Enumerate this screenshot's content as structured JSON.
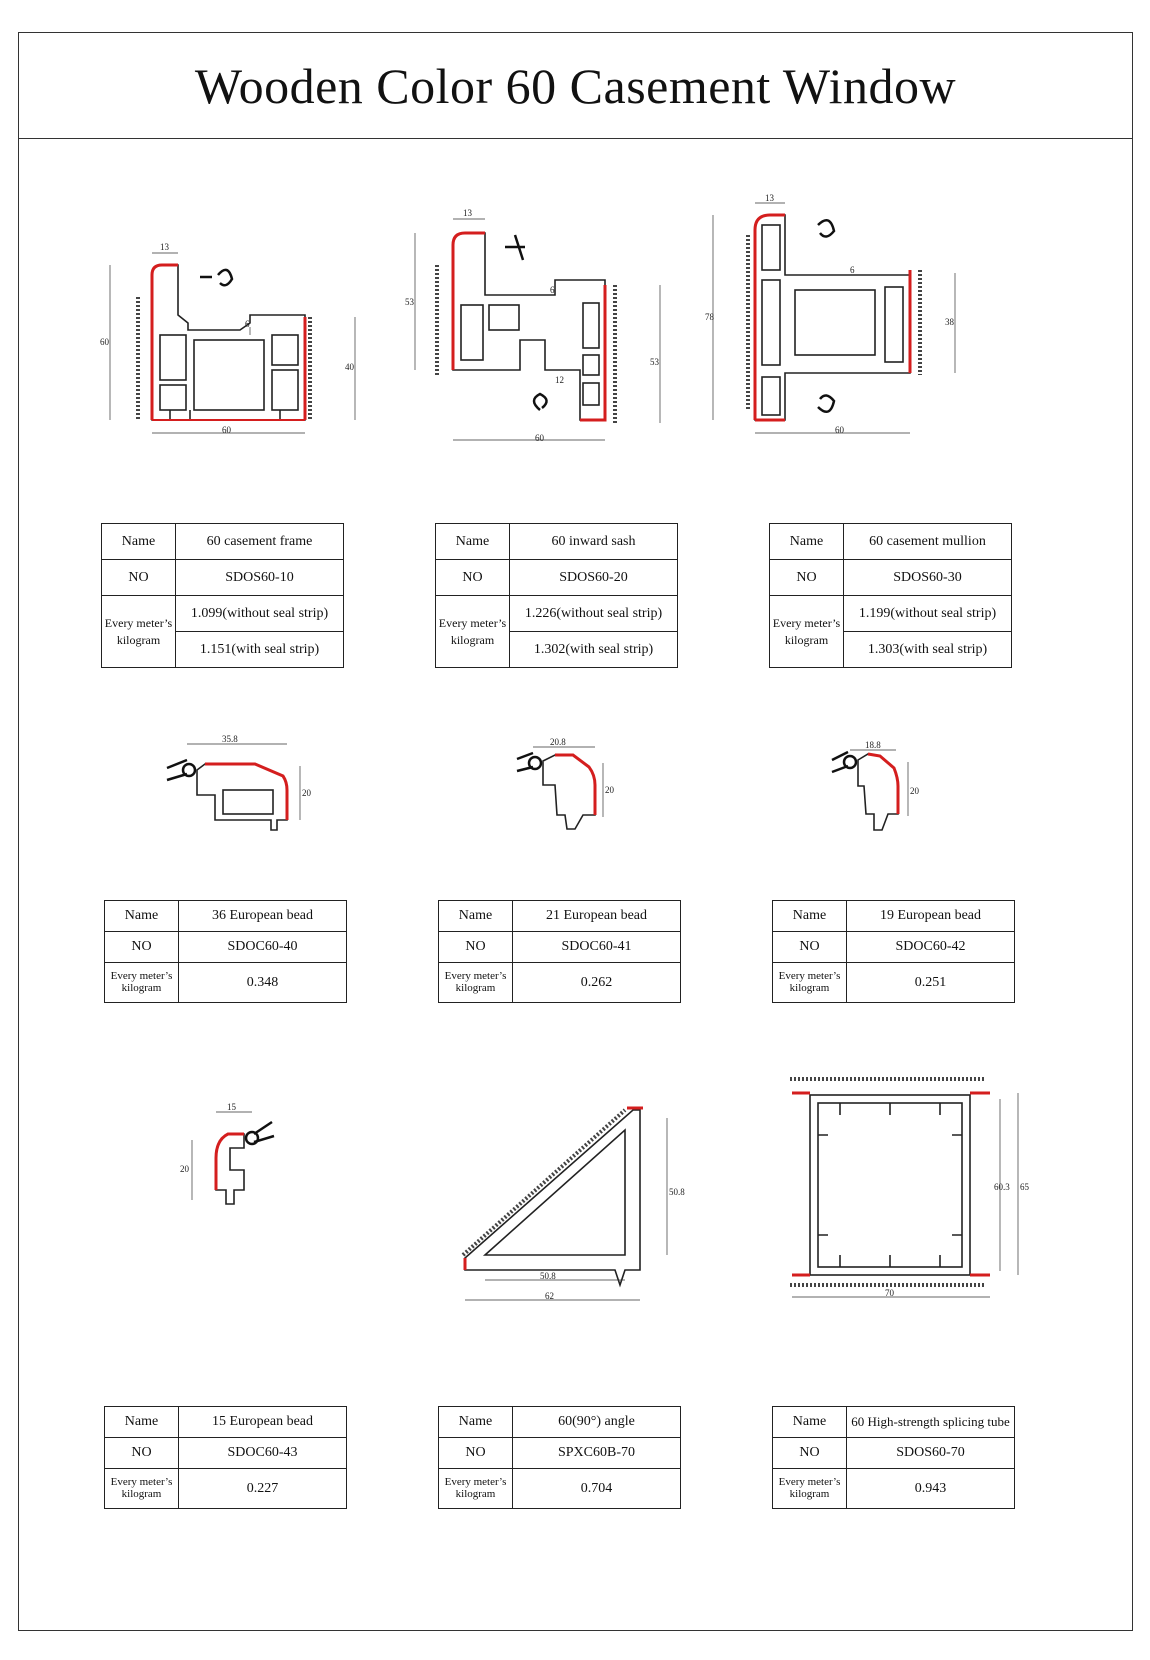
{
  "page": {
    "title": "Wooden Color 60 Casement Window"
  },
  "labels": {
    "name": "Name",
    "no": "NO",
    "kg_line1": "Every meter’s",
    "kg_line2": "kilogram"
  },
  "profiles": [
    {
      "name": "60  casement frame",
      "no": "SDOS60-10",
      "kg_without": "1.099(without seal strip)",
      "kg_with": "1.151(with seal strip)",
      "dims": {
        "top": "13",
        "left": "60",
        "right": "40",
        "bottom": "60",
        "inner": "6"
      }
    },
    {
      "name": "60  inward sash",
      "no": "SDOS60-20",
      "kg_without": "1.226(without seal strip)",
      "kg_with": "1.302(with seal strip)",
      "dims": {
        "top": "13",
        "left": "53",
        "right": "53",
        "bottom": "60",
        "inner": "6",
        "mid": "12"
      }
    },
    {
      "name": "60  casement mullion",
      "no": "SDOS60-30",
      "kg_without": "1.199(without seal strip)",
      "kg_with": "1.303(with seal strip)",
      "dims": {
        "top": "13",
        "left": "78",
        "right": "38",
        "bottom": "60",
        "inner": "6"
      }
    },
    {
      "name": "36 European bead",
      "no": "SDOC60-40",
      "kg": "0.348",
      "dims": {
        "w": "35.8",
        "h": "20"
      }
    },
    {
      "name": "21  European bead",
      "no": "SDOC60-41",
      "kg": "0.262",
      "dims": {
        "w": "20.8",
        "h": "20"
      }
    },
    {
      "name": "19 European bead",
      "no": "SDOC60-42",
      "kg": "0.251",
      "dims": {
        "w": "18.8",
        "h": "20"
      }
    },
    {
      "name": "15 European bead",
      "no": "SDOC60-43",
      "kg": "0.227",
      "dims": {
        "w": "15",
        "h": "20"
      }
    },
    {
      "name": "60(90°) angle",
      "no": "SPXC60B-70",
      "kg": "0.704",
      "dims": {
        "h": "50.8",
        "w_inner": "50.8",
        "w_outer": "62"
      }
    },
    {
      "name": "60 High-strength splicing tube",
      "no": "SDOS60-70",
      "kg": "0.943",
      "dims": {
        "h_inner": "60.3",
        "h_outer": "65",
        "w": "70"
      }
    }
  ],
  "colors": {
    "accent_red": "#d41e1e",
    "line": "#222222"
  }
}
